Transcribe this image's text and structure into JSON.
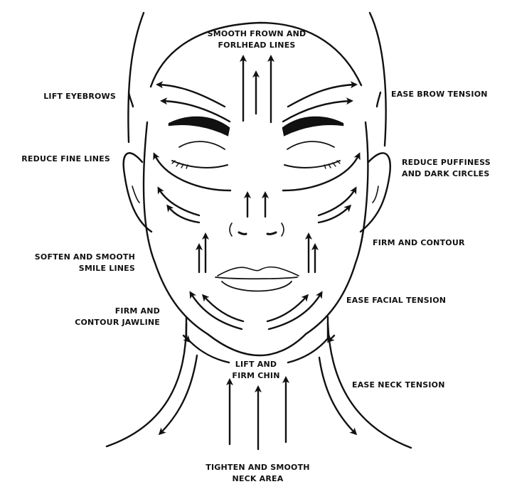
{
  "diagram": {
    "type": "facial-massage-direction-chart",
    "line_color": "#111111",
    "background": "#ffffff",
    "labels": {
      "forehead": [
        "SMOOTH FROWN AND",
        "FORLHEAD LINES"
      ],
      "lift_eyebrows": [
        "LIFT EYEBROWS"
      ],
      "ease_brow": [
        "EASE BROW TENSION"
      ],
      "reduce_fine_lines": [
        "REDUCE FINE LINES"
      ],
      "reduce_puffiness": [
        "REDUCE PUFFINESS",
        "AND DARK CIRCLES"
      ],
      "firm_contour": [
        "FIRM AND CONTOUR"
      ],
      "smile_lines": [
        "SOFTEN AND SMOOTH",
        "SMILE LINES"
      ],
      "ease_facial": [
        "EASE FACIAL TENSION"
      ],
      "jawline": [
        "FIRM AND",
        "CONTOUR JAWLINE"
      ],
      "chin": [
        "LIFT AND",
        "FIRM CHIN"
      ],
      "ease_neck": [
        "EASE NECK TENSION"
      ],
      "neck_area": [
        "TIGHTEN AND SMOOTH",
        "NECK AREA"
      ]
    }
  }
}
